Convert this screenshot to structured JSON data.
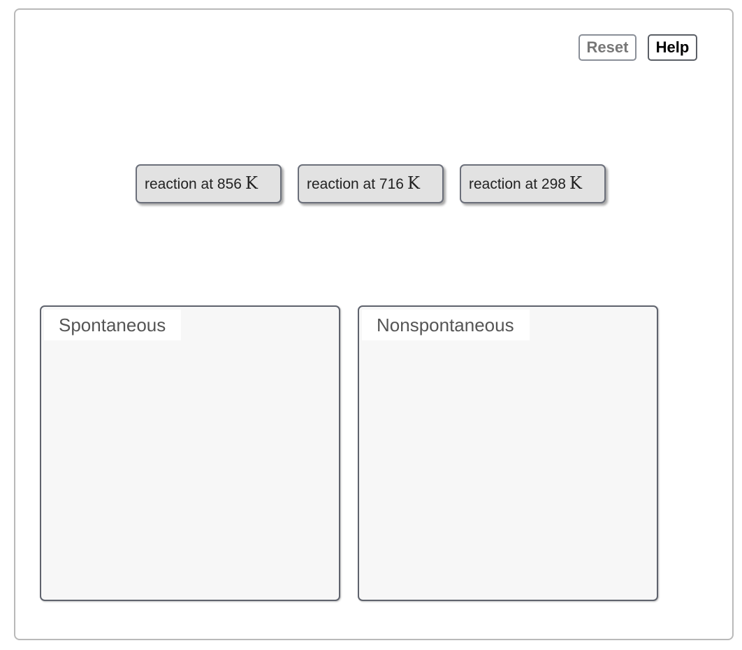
{
  "toolbar": {
    "reset_label": "Reset",
    "help_label": "Help"
  },
  "tokens": [
    {
      "label": "reaction at 856",
      "unit": "K"
    },
    {
      "label": "reaction at 716",
      "unit": "K"
    },
    {
      "label": "reaction at 298",
      "unit": "K"
    }
  ],
  "drop_zones": [
    {
      "label": "Spontaneous"
    },
    {
      "label": "Nonspontaneous"
    }
  ],
  "colors": {
    "token_background": "#e2e2e2",
    "zone_background": "#f7f7f7",
    "border": "#5f636d"
  }
}
